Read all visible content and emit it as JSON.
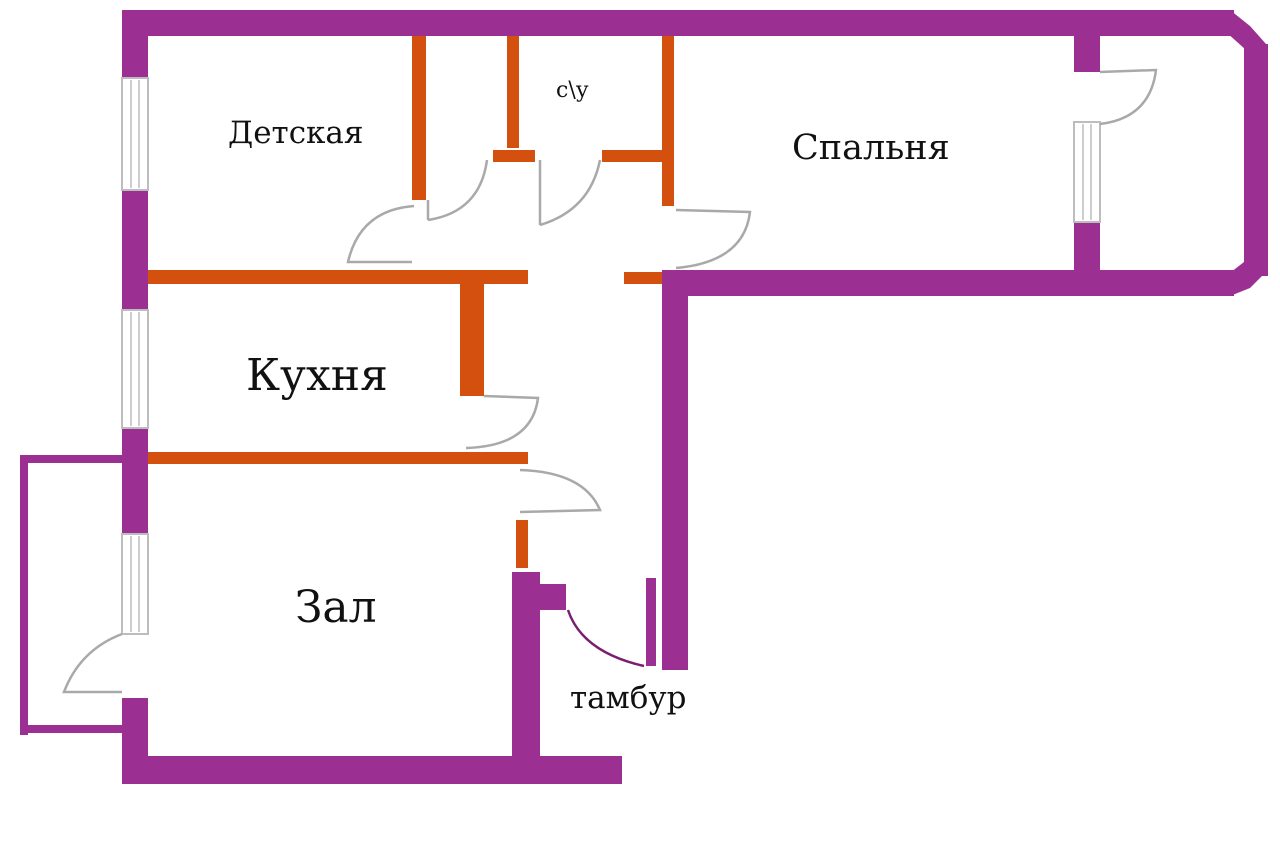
{
  "rooms": {
    "detskaya": "Детская",
    "sanuzel": "с\\у",
    "spalnya": "Спальня",
    "kukhnya": "Кухня",
    "zal": "Зал",
    "tambur": "тамбур"
  },
  "colors": {
    "exterior_wall": "#9b2f92",
    "interior_wall": "#d4500f",
    "door_arc": "#a9a9a9",
    "entrance_door_arc": "#7a1f70",
    "window_frame": "#bdbdbd",
    "background": "#ffffff"
  }
}
